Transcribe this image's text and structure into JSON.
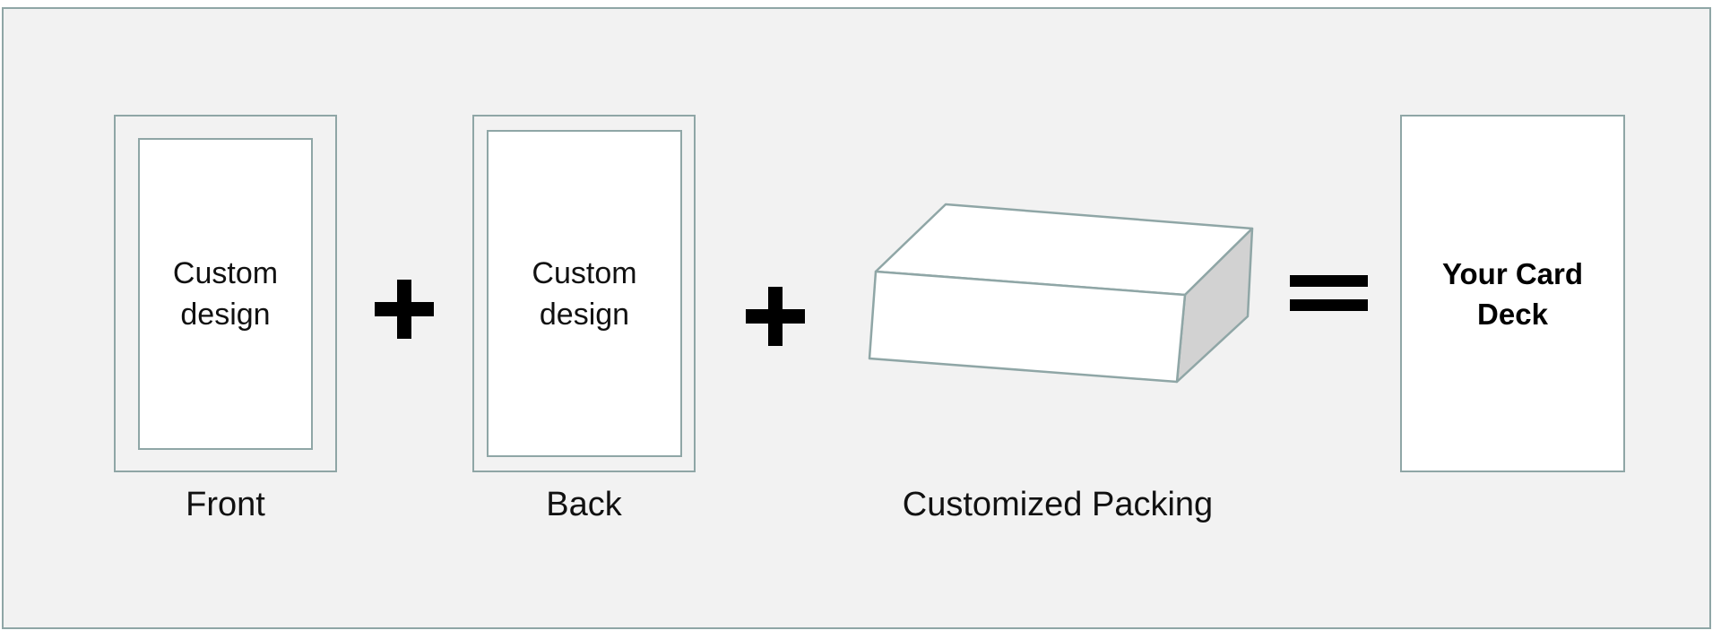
{
  "front_card": {
    "text": "Custom design",
    "caption": "Front"
  },
  "back_card": {
    "text": "Custom design",
    "caption": "Back"
  },
  "packing": {
    "caption": "Customized Packing"
  },
  "result": {
    "text": "Your Card Deck"
  },
  "colors": {
    "background": "#f2f2f2",
    "border": "#8fa6a6",
    "card_fill": "#ffffff",
    "box_side": "#d2d2d2",
    "operator": "#000000"
  }
}
